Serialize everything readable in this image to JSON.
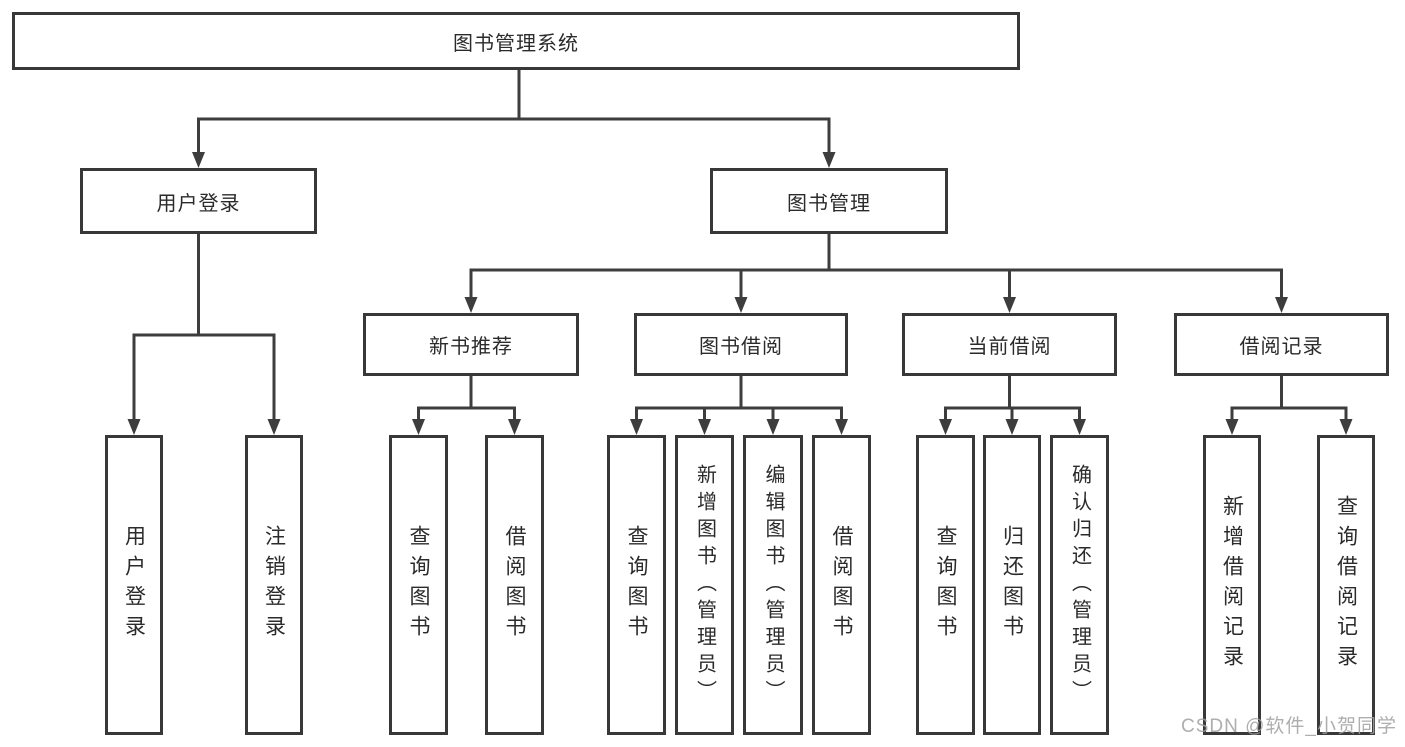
{
  "diagram": {
    "type": "hierarchy-tree",
    "tree": {
      "label": "图书管理系统",
      "children": [
        {
          "label": "用户登录",
          "children": [
            {
              "label": "用户登录"
            },
            {
              "label": "注销登录"
            }
          ]
        },
        {
          "label": "图书管理",
          "children": [
            {
              "label": "新书推荐",
              "children": [
                {
                  "label": "查询图书"
                },
                {
                  "label": "借阅图书"
                }
              ]
            },
            {
              "label": "图书借阅",
              "children": [
                {
                  "label": "查询图书"
                },
                {
                  "label": "新增图书（管理员）"
                },
                {
                  "label": "编辑图书（管理员）"
                },
                {
                  "label": "借阅图书"
                }
              ]
            },
            {
              "label": "当前借阅",
              "children": [
                {
                  "label": "查询图书"
                },
                {
                  "label": "归还图书"
                },
                {
                  "label": "确认归还（管理员）"
                }
              ]
            },
            {
              "label": "借阅记录",
              "children": [
                {
                  "label": "新增借阅记录"
                },
                {
                  "label": "查询借阅记录"
                }
              ]
            }
          ]
        }
      ]
    },
    "colors": {
      "box_border": "#383838",
      "connector": "#3d3d3d",
      "text": "#2b2b2b",
      "background": "#ffffff",
      "watermark": "#a0a0a0"
    }
  },
  "watermark": {
    "text": "CSDN @软件_小贺同学"
  }
}
